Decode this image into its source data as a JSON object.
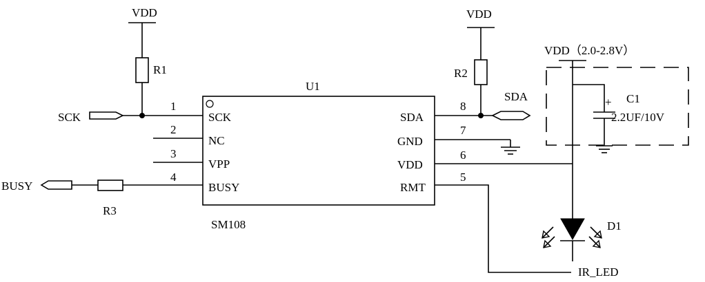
{
  "chip": {
    "ref": "U1",
    "part": "SM108",
    "left_pins": [
      {
        "num": "1",
        "name": "SCK"
      },
      {
        "num": "2",
        "name": "NC"
      },
      {
        "num": "3",
        "name": "VPP"
      },
      {
        "num": "4",
        "name": "BUSY"
      }
    ],
    "right_pins": [
      {
        "num": "8",
        "name": "SDA"
      },
      {
        "num": "7",
        "name": "GND"
      },
      {
        "num": "6",
        "name": "VDD"
      },
      {
        "num": "5",
        "name": "RMT"
      }
    ]
  },
  "nets": {
    "vdd_r1": "VDD",
    "vdd_r2": "VDD",
    "vdd_main": "VDD（2.0-2.8V）",
    "sck": "SCK",
    "sda": "SDA",
    "busy": "BUSY"
  },
  "parts": {
    "r1": "R1",
    "r2": "R2",
    "r3": "R3",
    "c1": "C1",
    "c1_value": "2.2UF/10V",
    "c1_plus": "+",
    "d1": "D1",
    "ir_led": "IR_LED"
  }
}
